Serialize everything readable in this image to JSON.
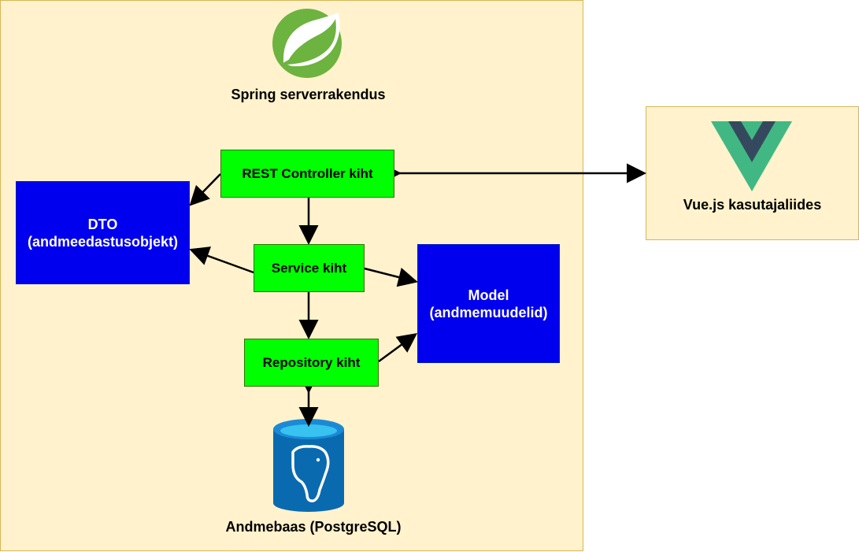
{
  "spring": {
    "title": "Spring serverrakendus",
    "logo": "spring-leaf-logo"
  },
  "vue": {
    "title": "Vue.js kasutajaliides",
    "logo": "vue-logo"
  },
  "layers": {
    "rest": "REST Controller kiht",
    "service": "Service kiht",
    "repository": "Repository kiht"
  },
  "dto": {
    "line1": "DTO",
    "line2": "(andmeedastusobjekt)"
  },
  "model": {
    "line1": "Model",
    "line2": "(andmemuudelid)"
  },
  "database": {
    "title": "Andmebaas (PostgreSQL)",
    "icon": "postgresql-database-icon"
  },
  "colors": {
    "panel_fill": "#fff2cc",
    "layer_fill": "#00ff00",
    "entity_fill": "#0000ee",
    "spring_green": "#6db33f",
    "vue_green": "#41b883",
    "vue_dark": "#35495e",
    "db_blue": "#0a6ab0"
  }
}
